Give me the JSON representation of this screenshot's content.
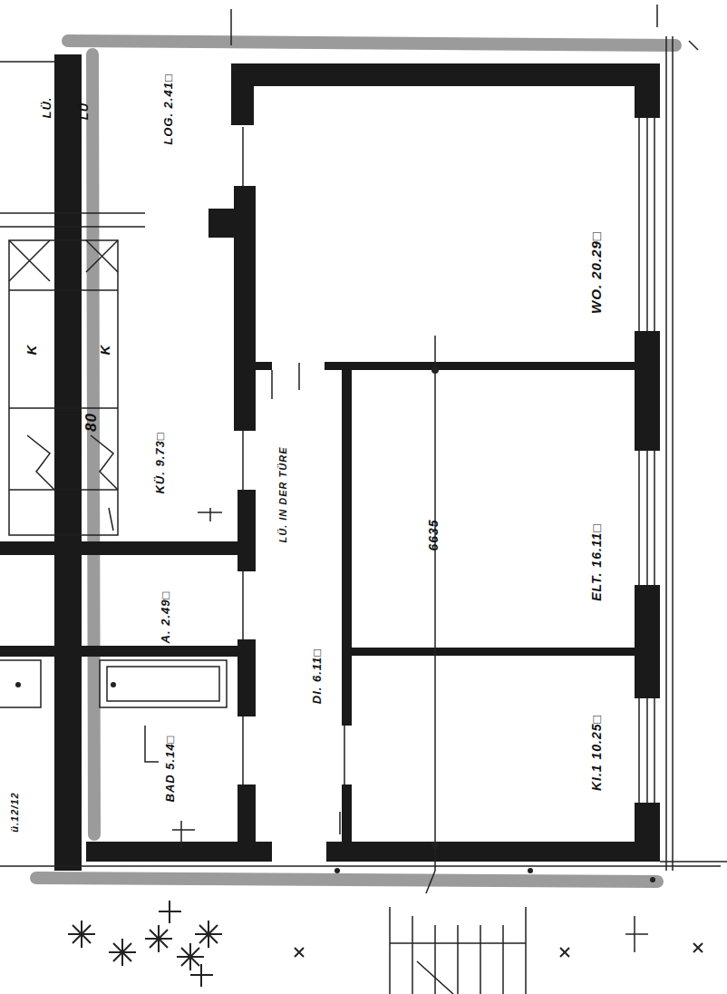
{
  "diagram": {
    "labels": [
      "LÜ.",
      "LÜ",
      "LOG. 2.41□",
      "WO. 20.29□",
      "K",
      "K",
      "80",
      "KÜ. 9.73□",
      "LÜ. IN DER TÜRE",
      "ELT. 16.11□",
      "6635",
      "A. 2.49□",
      "DI. 6.11□",
      "BAD 5.14□",
      "KI.1 10.25□",
      "ü.12/12"
    ]
  }
}
